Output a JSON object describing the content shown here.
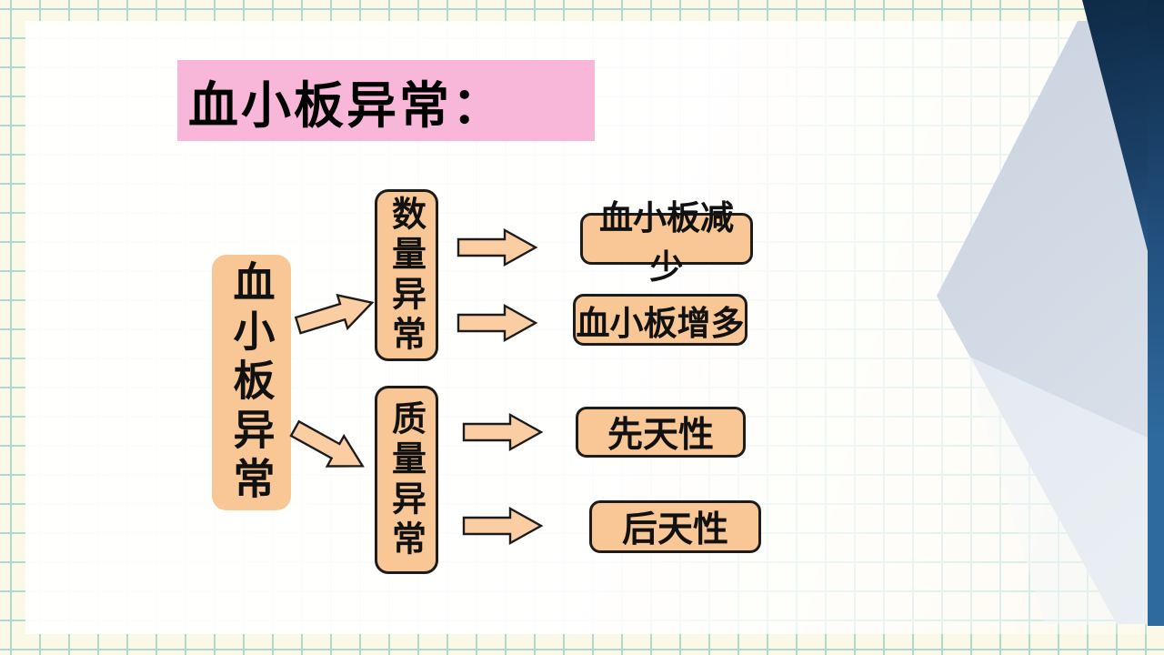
{
  "slide": {
    "title": "血小板异常：",
    "diagram": {
      "root": {
        "label": "血小板异常"
      },
      "level2": [
        {
          "label": "数量异常"
        },
        {
          "label": "质量异常"
        }
      ],
      "leaves": [
        {
          "label": "血小板减少"
        },
        {
          "label": "血小板增多"
        },
        {
          "label": "先天性"
        },
        {
          "label": "后天性"
        }
      ]
    }
  },
  "colors": {
    "paper": "#FCF8E8",
    "grid_line": "#6AC6C1",
    "title_bg": "#F8B6D8",
    "node_fill": "#F8C795",
    "arrow_fill": "#FACDA2",
    "node_border": "#1C1C1C",
    "navy": "#0E2A46",
    "blue_edge": "#2E6A9E",
    "diamond": "#D2DAE5",
    "text": "#111111"
  }
}
